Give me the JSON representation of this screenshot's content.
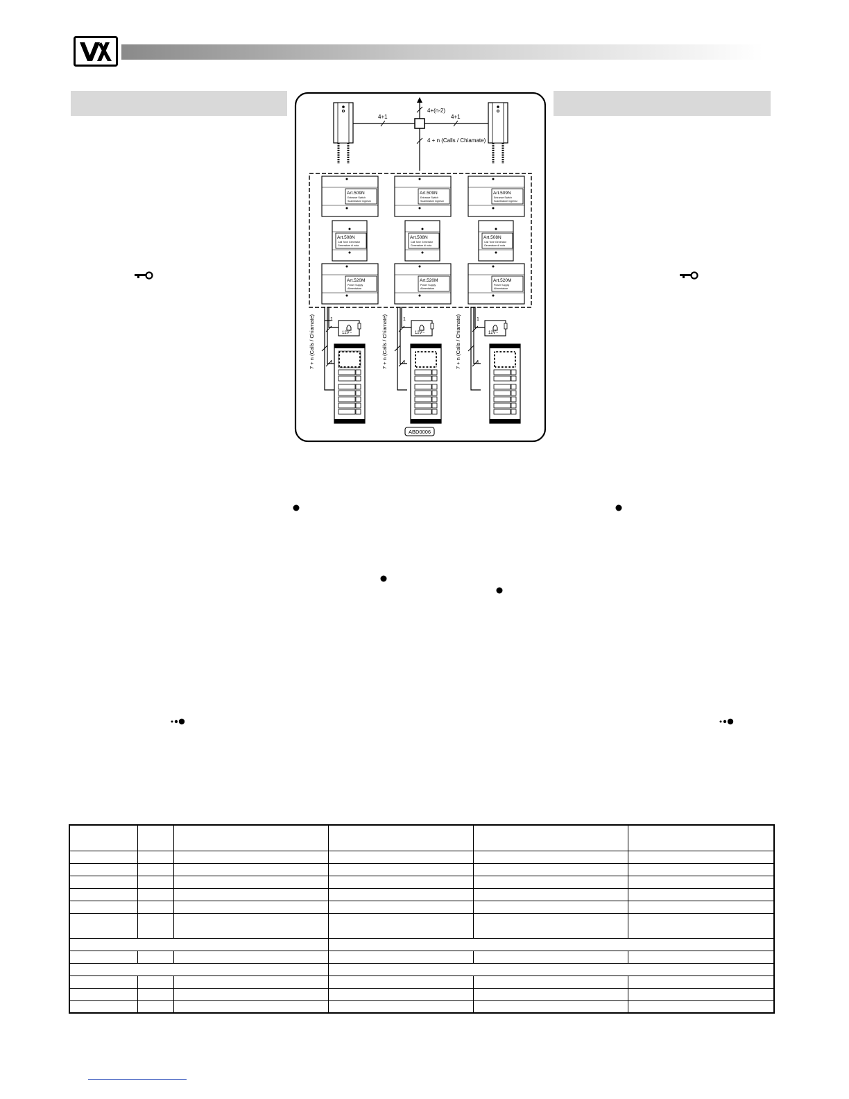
{
  "logo": {
    "text": "VX"
  },
  "diagram": {
    "labels": {
      "bus_up": "4+(n-2)",
      "left_bus": "4+1",
      "right_bus": "4+1",
      "down_bus": "4 + n (Calls / Chiamate)",
      "panel_cable_count": "1",
      "panel_cable_desc": "7 + n (Calls / Chiamate)",
      "lock_voltage": "12V~",
      "figure_code": "ABD0006"
    },
    "modules": {
      "switch": {
        "art": "Art.509N",
        "line1": "Entrance Switch",
        "line2": "Scambiatore ingressi"
      },
      "tone": {
        "art": "Art.508N",
        "line1": "Call Tone Generator",
        "line2": "Generatore di nota"
      },
      "power": {
        "art": "Art.520M",
        "line1": "Power Supply",
        "line2": "Alimentatore"
      }
    },
    "columns": [
      "column-1",
      "column-2",
      "column-3"
    ]
  },
  "colors": {
    "header_gray": "#8a8a8a",
    "section_gray": "#d9d9d9",
    "link_blue": "#1a3fb3"
  },
  "icons": [
    "key-icon",
    "dot-icon",
    "door-release-icon"
  ]
}
